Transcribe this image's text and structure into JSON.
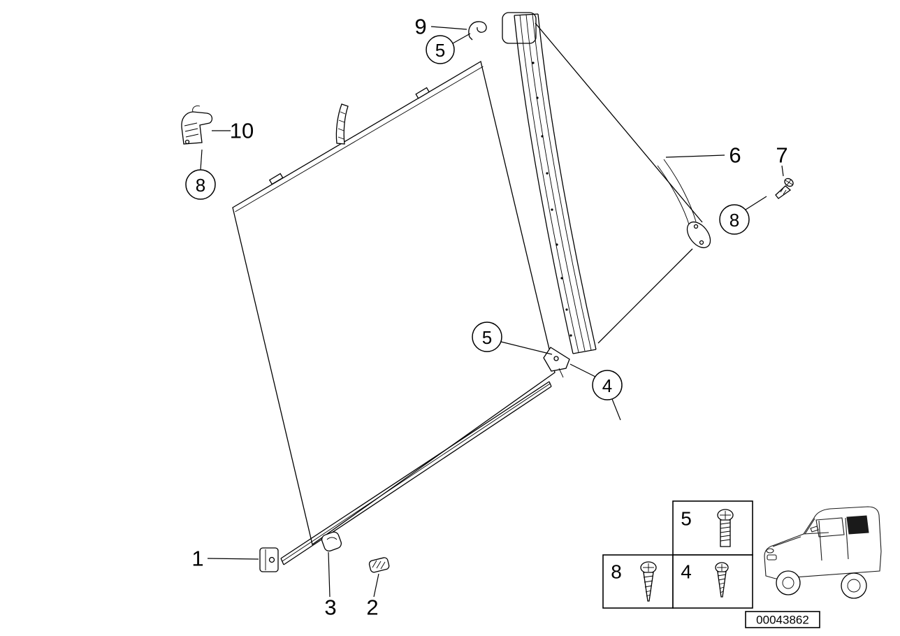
{
  "diagram": {
    "part_number": "00043862",
    "callouts": [
      {
        "id": "9",
        "style": "plain"
      },
      {
        "id": "5",
        "style": "balloon"
      },
      {
        "id": "10",
        "style": "plain"
      },
      {
        "id": "8",
        "style": "balloon"
      },
      {
        "id": "6",
        "style": "plain"
      },
      {
        "id": "7",
        "style": "plain"
      },
      {
        "id": "8",
        "style": "balloon"
      },
      {
        "id": "5",
        "style": "balloon"
      },
      {
        "id": "4",
        "style": "balloon"
      },
      {
        "id": "1",
        "style": "plain"
      },
      {
        "id": "3",
        "style": "plain"
      },
      {
        "id": "2",
        "style": "plain"
      }
    ],
    "legend": {
      "items": [
        {
          "label": "5",
          "icon": "machine-screw-icon"
        },
        {
          "label": "8",
          "icon": "self-tapping-screw-icon"
        },
        {
          "label": "4",
          "icon": "small-tapping-screw-icon"
        }
      ],
      "vehicle_icon": "suv-outline-icon"
    },
    "colors": {
      "line": "#000000",
      "background": "#ffffff",
      "window_tint": "#1a1a1a"
    }
  }
}
